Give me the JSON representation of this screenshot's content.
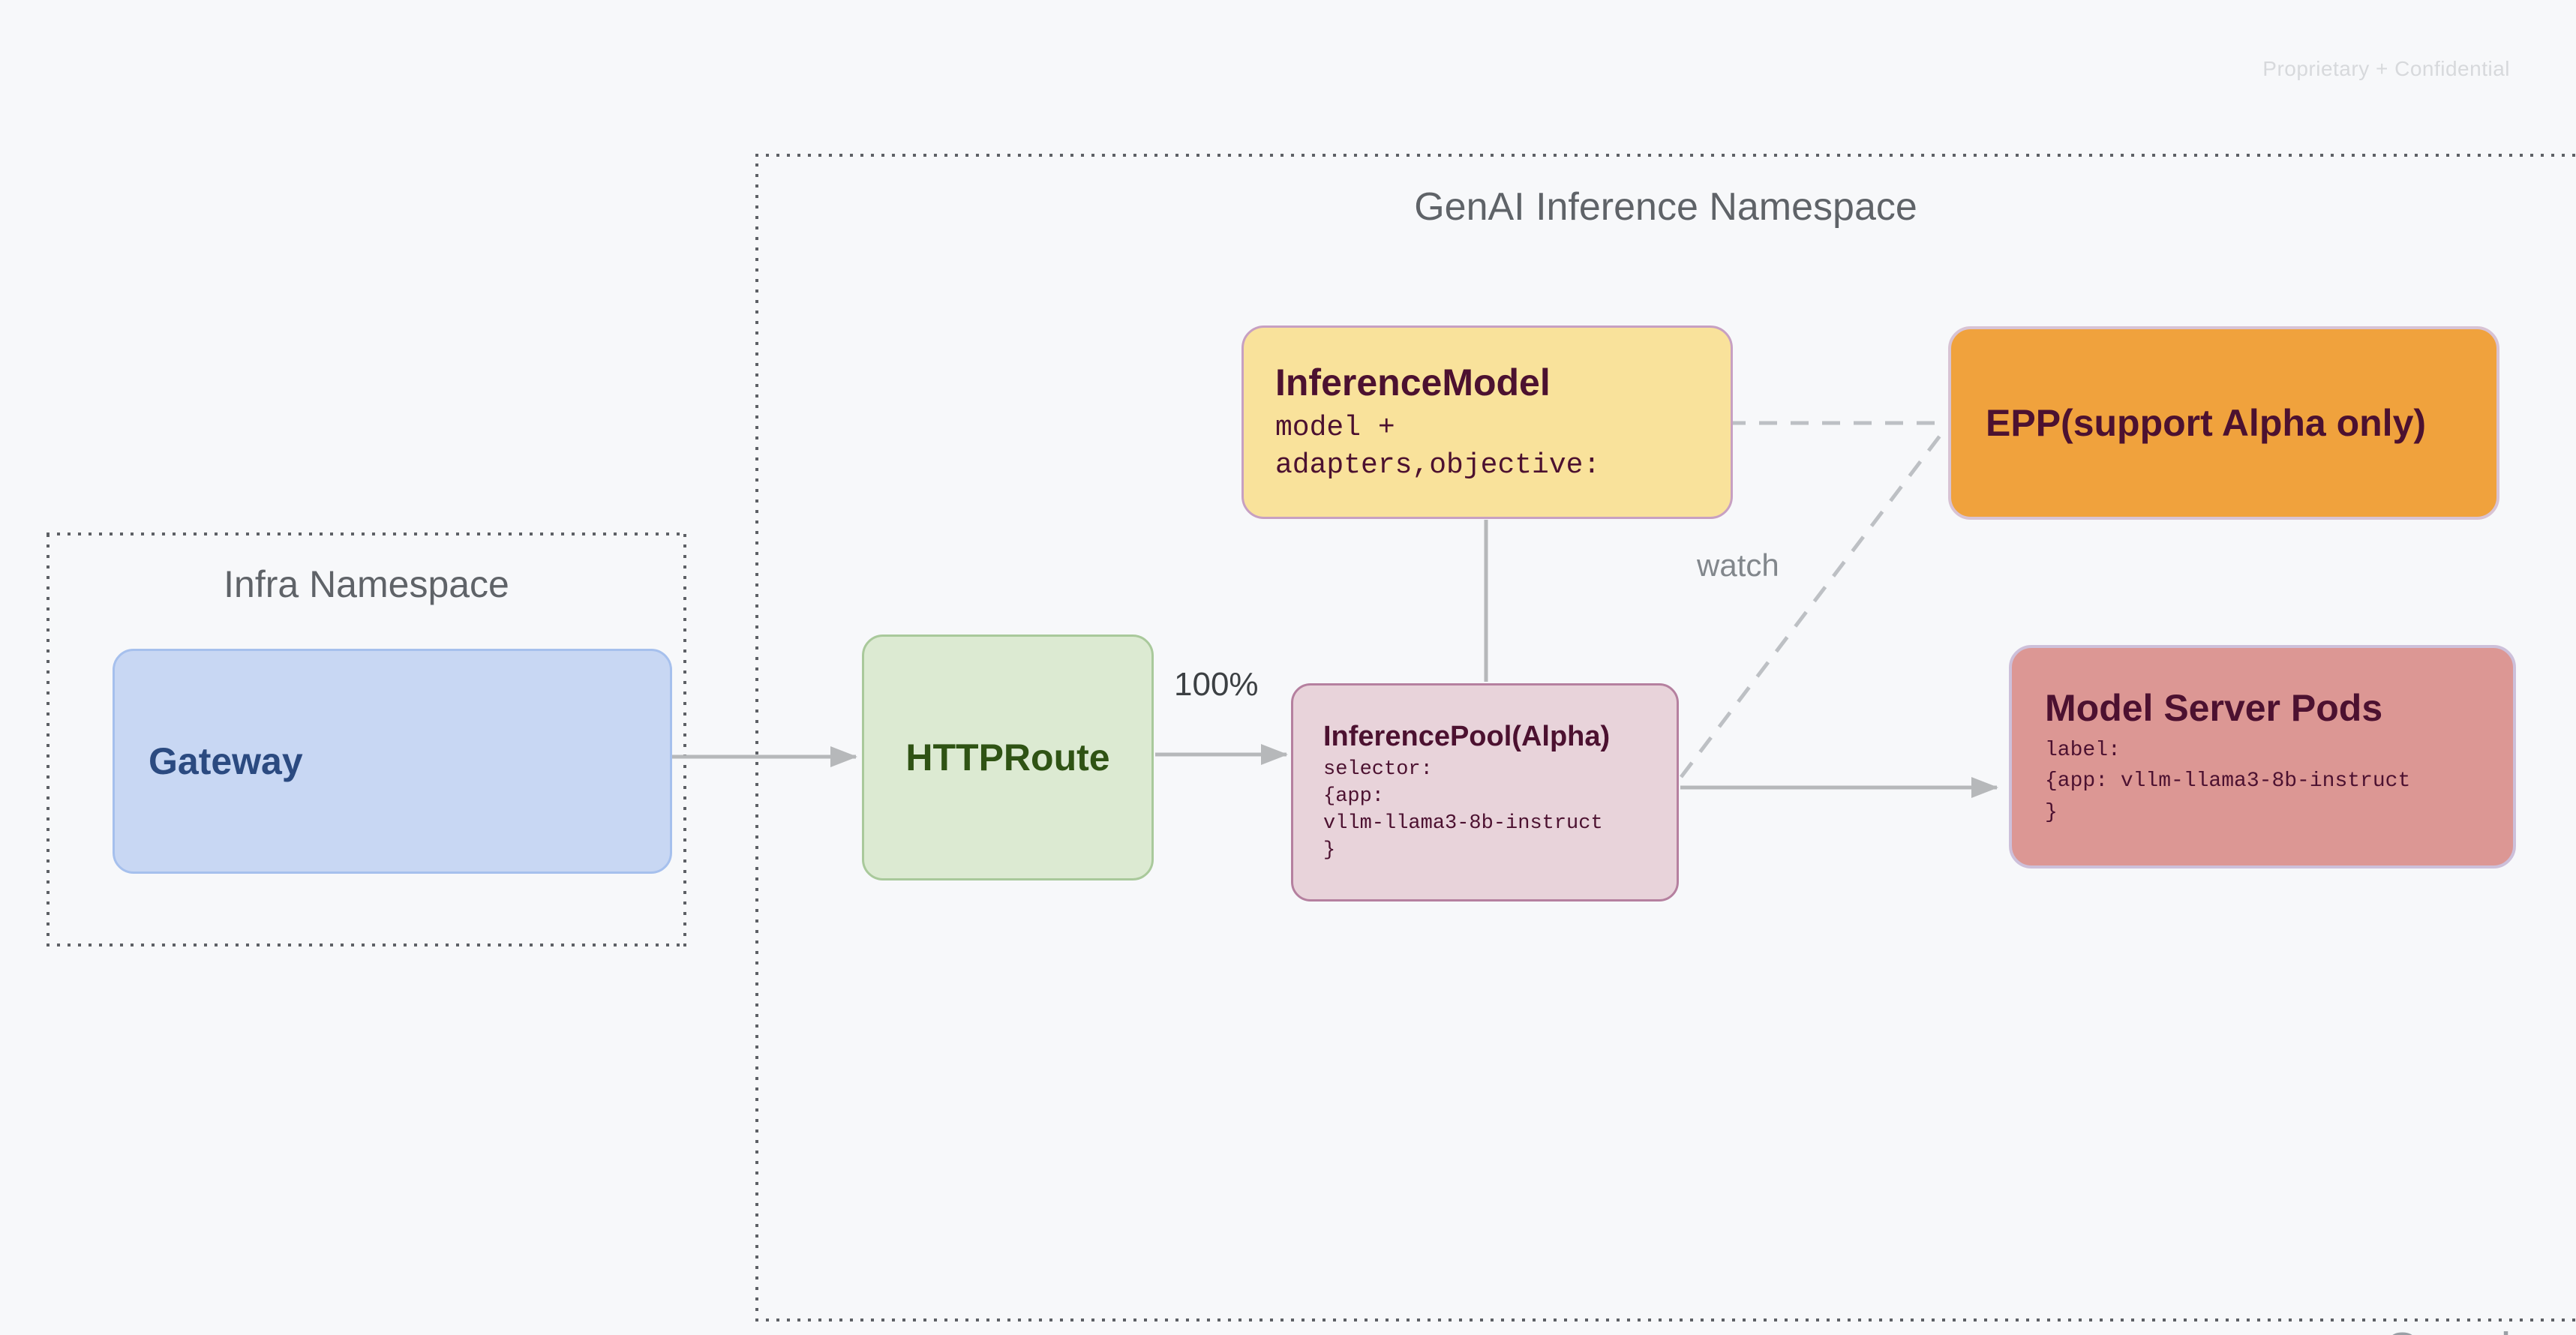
{
  "watermark": "Proprietary + Confidential",
  "namespaces": {
    "genai": {
      "title": "GenAI Inference Namespace"
    },
    "infra": {
      "title": "Infra Namespace"
    }
  },
  "nodes": {
    "gateway": {
      "title": "Gateway",
      "fill": "#c8d7f3",
      "border": "#a6c0ed",
      "text_color": "#2b4a80"
    },
    "httproute": {
      "title": "HTTPRoute",
      "fill": "#dcead2",
      "border": "#a9c99b",
      "text_color": "#2f5314"
    },
    "inference_model": {
      "title": "InferenceModel",
      "body": "model +\nadapters,objective:",
      "fill": "#f9e29b",
      "border": "#c7a0c2",
      "text_color": "#4c1130"
    },
    "epp": {
      "title": "EPP(support Alpha only)",
      "fill": "#f0a23d",
      "border": "#d8c3d4",
      "text_color": "#4c1130"
    },
    "inference_pool": {
      "title": "InferencePool(Alpha)",
      "body": "selector:\n{app:\nvllm-llama3-8b-instruct\n}",
      "fill": "#e8d3da",
      "border": "#b5809f",
      "text_color": "#4c1130"
    },
    "model_server_pods": {
      "title": "Model Server Pods",
      "body": "label:\n{app: vllm-llama3-8b-instruct\n}",
      "fill": "#dc9794",
      "border": "#cdc0da",
      "text_color": "#4c1130"
    }
  },
  "edges": {
    "route_weight_label": "100%",
    "watch_label": "watch"
  },
  "footer": {
    "logo": "Google"
  },
  "colors": {
    "background": "#f7f8fa",
    "namespace_border": "#5d6065",
    "namespace_title": "#5f6368",
    "connector": "#b6b8ba",
    "dashed_connector": "#bdc0c4",
    "edge_label": "#3c4043",
    "watch_label": "#82878c",
    "watermark": "#d7d9dc",
    "logo": "#9aa0a6"
  }
}
